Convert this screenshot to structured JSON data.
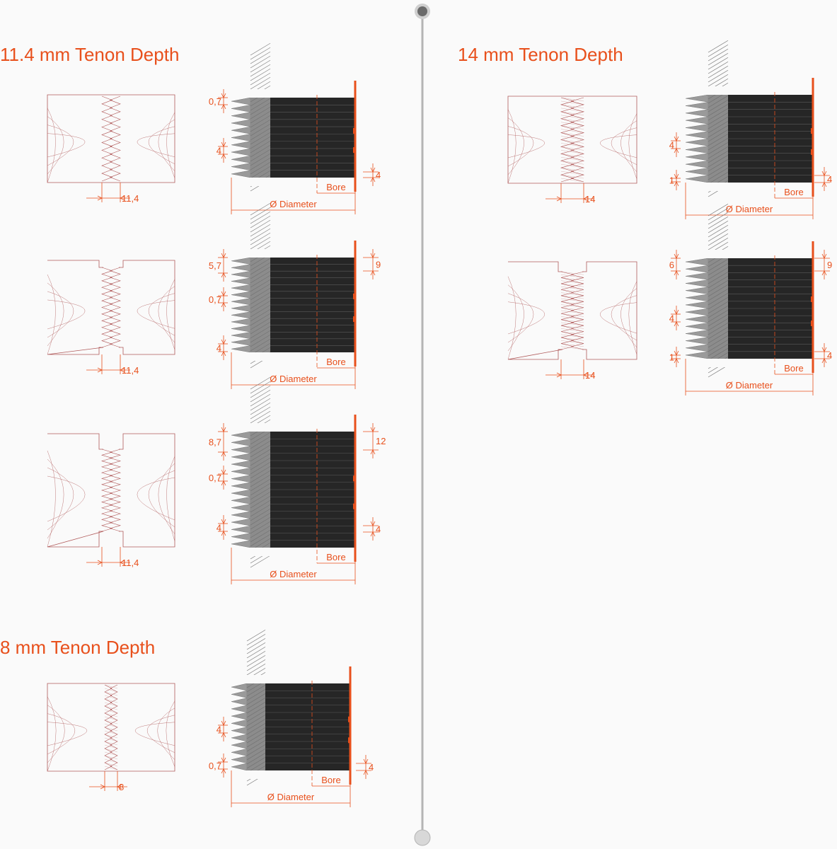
{
  "colors": {
    "accent": "#e8501c",
    "cutter": "#262626",
    "teeth": "#9a9a9a",
    "wood": "#b05a5a",
    "divider": "#b4b4b4"
  },
  "sections": {
    "s114": {
      "title": "11.4 mm Tenon Depth"
    },
    "s14": {
      "title": "14 mm Tenon Depth"
    },
    "s8": {
      "title": "8 mm Tenon Depth"
    }
  },
  "common": {
    "bore_label": "Bore",
    "diameter_label": "Ø Diameter"
  },
  "diagrams": [
    {
      "id": "a1",
      "tenon_label": "11,4",
      "dims": [
        "0,7",
        "4",
        "4"
      ]
    },
    {
      "id": "a2",
      "tenon_label": "11,4",
      "dims": [
        "5,7",
        "0,7",
        "4",
        "9"
      ]
    },
    {
      "id": "a3",
      "tenon_label": "11,4",
      "dims": [
        "8,7",
        "0,7",
        "4",
        "12",
        "4"
      ]
    },
    {
      "id": "b1",
      "tenon_label": "8",
      "dims": [
        "4",
        "0,7",
        "4"
      ]
    },
    {
      "id": "c1",
      "tenon_label": "14",
      "dims": [
        "4",
        "1",
        "4"
      ]
    },
    {
      "id": "c2",
      "tenon_label": "14",
      "dims": [
        "6",
        "4",
        "1",
        "9",
        "4"
      ]
    }
  ]
}
